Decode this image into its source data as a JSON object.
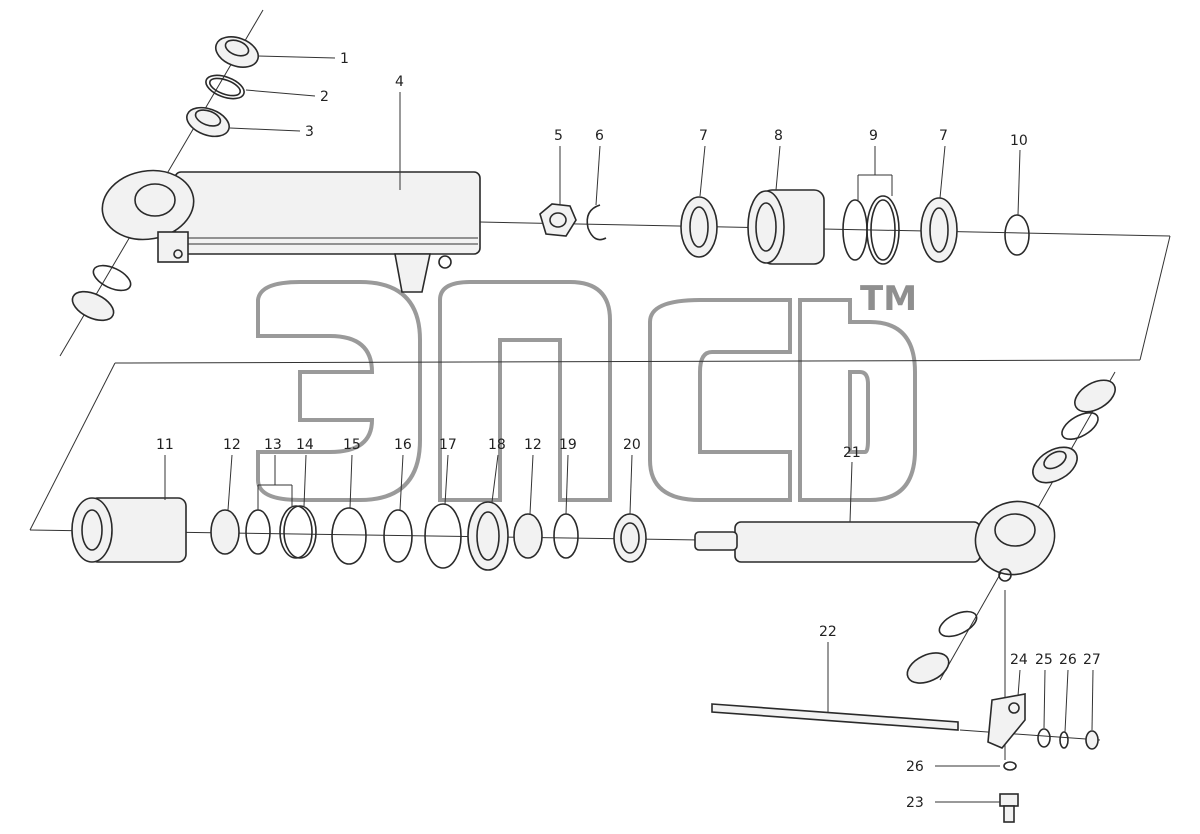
{
  "watermark": {
    "logo": "эпсб",
    "trademark": "TM"
  },
  "callouts": [
    "1",
    "2",
    "3",
    "4",
    "5",
    "6",
    "7",
    "8",
    "9",
    "7",
    "10",
    "11",
    "12",
    "13",
    "14",
    "15",
    "16",
    "17",
    "18",
    "12",
    "19",
    "20",
    "21",
    "22",
    "24",
    "25",
    "26",
    "27",
    "26",
    "23"
  ]
}
